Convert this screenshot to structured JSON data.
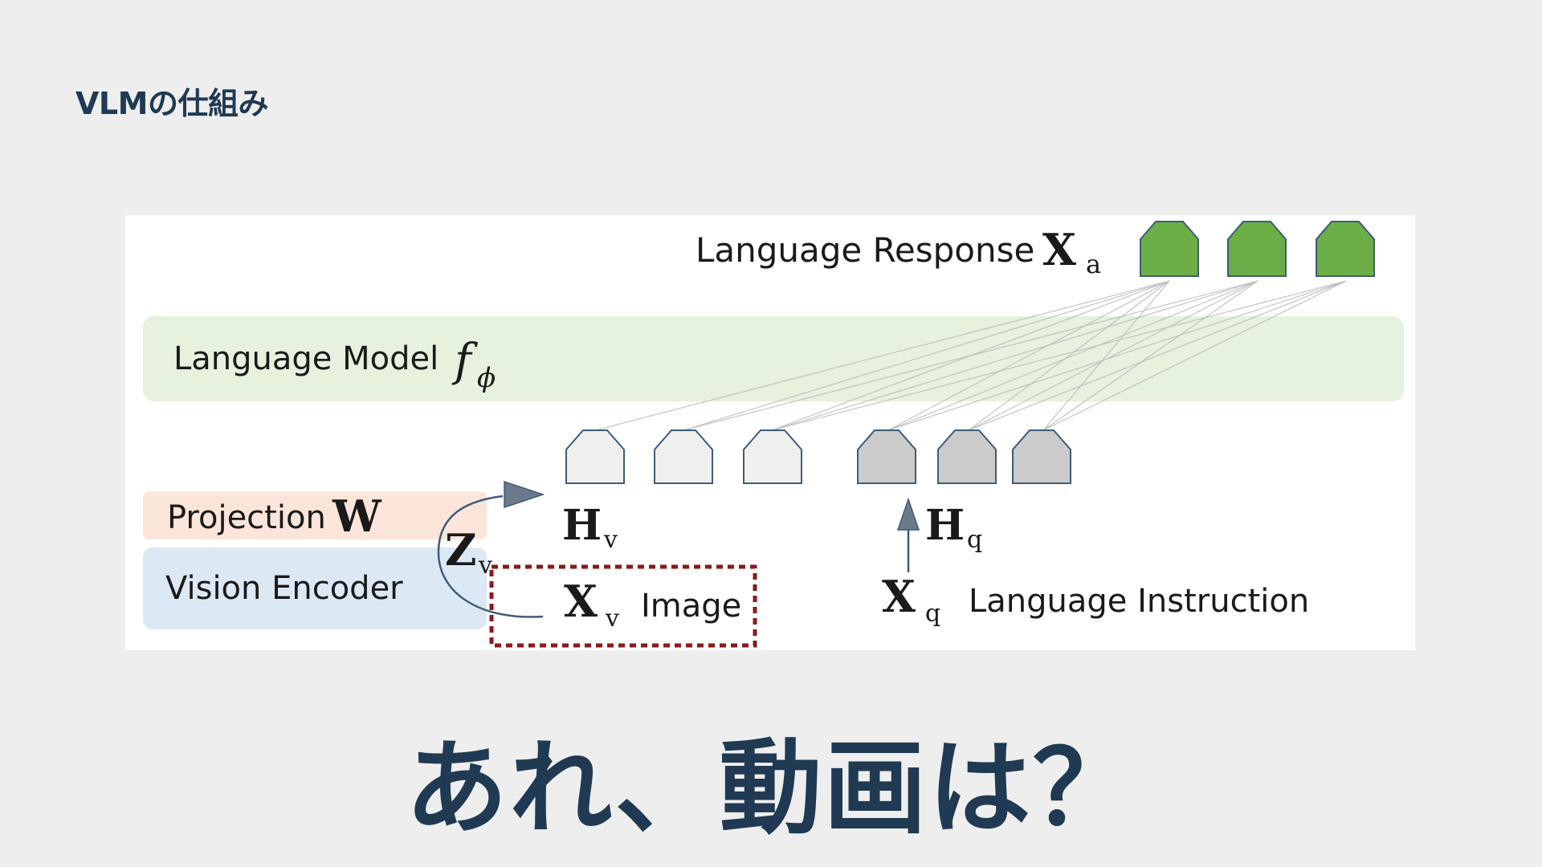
{
  "slide": {
    "title": "VLMの仕組み",
    "caption": "あれ、動画は？"
  },
  "diagram": {
    "language_response_label": "Language Response",
    "language_response_symbol": "X",
    "language_response_sub": "a",
    "language_model_label": "Language Model",
    "language_model_symbol": "f",
    "language_model_sub": "ϕ",
    "projection_label": "Projection",
    "projection_symbol": "W",
    "vision_encoder_label": "Vision Encoder",
    "zv_symbol": "Z",
    "zv_sub": "v",
    "hv_symbol": "H",
    "hv_sub": "v",
    "hq_symbol": "H",
    "hq_sub": "q",
    "xv_symbol": "X",
    "xv_sub": "v",
    "image_label": "Image",
    "xq_symbol": "X",
    "xq_sub": "q",
    "language_instruction_label": "Language Instruction"
  },
  "colors": {
    "title_text": "#1f3a52",
    "language_model_band": "#e6f1de",
    "projection_band": "#fbe5da",
    "vision_encoder_band": "#dde8f5",
    "response_token": "#6aae45",
    "visual_token": "#efefef",
    "instruction_token": "#cbcbcb",
    "token_outline": "#3f5c7a",
    "highlight_box": "#8b1a1a"
  }
}
